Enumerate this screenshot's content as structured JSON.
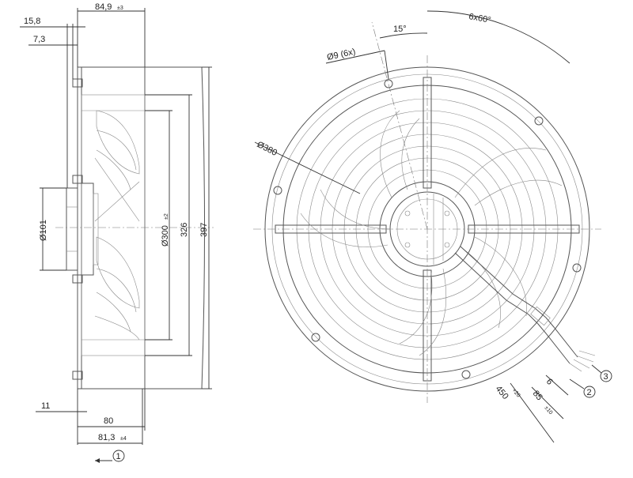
{
  "side_view": {
    "depth_top": "84,9",
    "depth_top_tol": "±3",
    "flange_outer": "15,8",
    "flange_inner": "7,3",
    "hub_diameter": "Ø101",
    "venturi_diameter": "Ø300",
    "venturi_diameter_tol": "±2",
    "guard_height": "326",
    "overall_height": "397",
    "bottom_offset": "11",
    "bottom_depth": "80",
    "bottom_depth_total": "81,3",
    "bottom_depth_total_tol": "±4",
    "airflow_callout": "1"
  },
  "front_view": {
    "hole_pattern": "6x60°",
    "hole_angle": "15°",
    "hole_spec": "Ø9 (6x)",
    "bolt_circle": "Ø380",
    "cable_length": "450",
    "cable_length_tol": "+20",
    "strip_length": "6",
    "strip_length2": "85",
    "strip_length2_tol": "±10",
    "callout_2": "2",
    "callout_3": "3"
  }
}
